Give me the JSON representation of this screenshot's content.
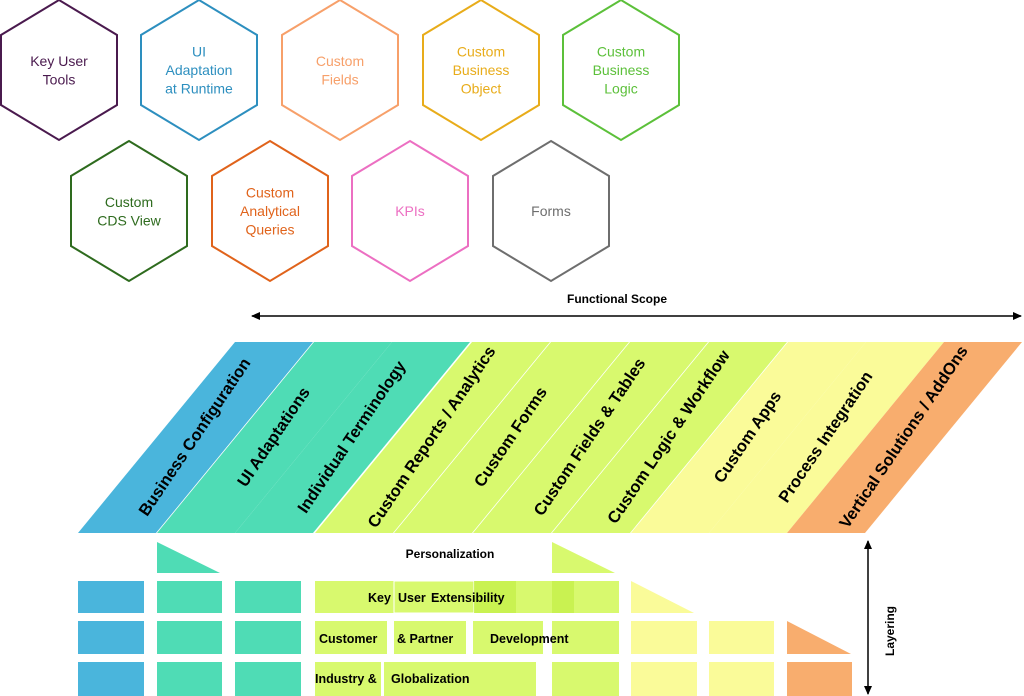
{
  "colors": {
    "blue": "#4ab5dc",
    "teal": "#4fdcb5",
    "lime": "#d8f96e",
    "lime_accent": "#c6f04a",
    "yellow": "#fafb99",
    "orange": "#f8ad6e"
  },
  "hexagons": [
    {
      "lines": [
        "Key User",
        "Tools"
      ],
      "color": "#4a1a4e"
    },
    {
      "lines": [
        "UI",
        "Adaptation",
        "at Runtime"
      ],
      "color": "#2d8fbf"
    },
    {
      "lines": [
        "Custom",
        "Fields"
      ],
      "color": "#f7a06a"
    },
    {
      "lines": [
        "Custom",
        "Business",
        "Object"
      ],
      "color": "#e8ac1a"
    },
    {
      "lines": [
        "Custom",
        "Business",
        "Logic"
      ],
      "color": "#5cc03a"
    },
    {
      "lines": [
        "Custom",
        "CDS View"
      ],
      "color": "#2e6b1e"
    },
    {
      "lines": [
        "Custom",
        "Analytical",
        "Queries"
      ],
      "color": "#e0631b"
    },
    {
      "lines": [
        "KPIs"
      ],
      "color": "#ec6fc2"
    },
    {
      "lines": [
        "Forms"
      ],
      "color": "#6e6e6e"
    }
  ],
  "functional_scope_label": "Functional Scope",
  "bands": [
    {
      "label": "Business Configuration",
      "color": "#4ab5dc"
    },
    {
      "label": "UI Adaptations",
      "color": "#4fdcb5"
    },
    {
      "label": "Individual Terminology",
      "color": "#4fdcb5"
    },
    {
      "label": "Custom Reports / Analytics",
      "color": "#d8f96e"
    },
    {
      "label": "Custom Forms",
      "color": "#d8f96e"
    },
    {
      "label": "Custom Fields & Tables",
      "color": "#d8f96e"
    },
    {
      "label": "Custom Logic & Workflow",
      "color": "#d8f96e"
    },
    {
      "label": "Custom Apps",
      "color": "#fafb99"
    },
    {
      "label": "Process  Integration",
      "color": "#fafb99"
    },
    {
      "label": "Vertical Solutions / AddOns",
      "color": "#f8ad6e"
    }
  ],
  "layers": {
    "personalization": "Personalization",
    "key_user": [
      "Key",
      "User",
      "Extensibility"
    ],
    "partner": [
      "Customer",
      "& Partner",
      "Development"
    ],
    "globalization": [
      "Industry &",
      "Globalization"
    ]
  },
  "layering_label": "Layering"
}
